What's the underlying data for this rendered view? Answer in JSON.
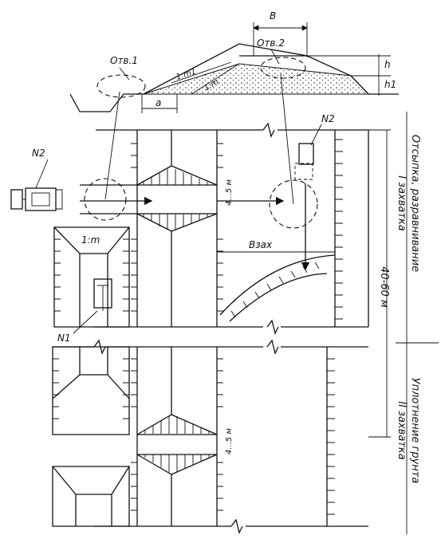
{
  "labels": {
    "B": "B",
    "otv1": "Отв.1",
    "otv2": "Отв.2",
    "h": "h",
    "h1": "h1",
    "slope_m1": "1:m1",
    "slope_m": "1:m",
    "a": "a",
    "n2_top": "N2",
    "n2_left": "N2",
    "n1": "N1",
    "slope_m_pit": "1:m",
    "b_zakh": "Bзах",
    "width_upper": "4...5 м",
    "width_lower": "4...5 м",
    "length": "40-60 м",
    "stage1_line1": "Отсыпка, разравнивание",
    "stage1_line2": "I захватка",
    "stage2_line1": "Уплотнение грунта",
    "stage2_line2": "II захватка"
  },
  "icons": {
    "bulldozer": "bulldozer-icon",
    "roller": "roller-icon"
  }
}
